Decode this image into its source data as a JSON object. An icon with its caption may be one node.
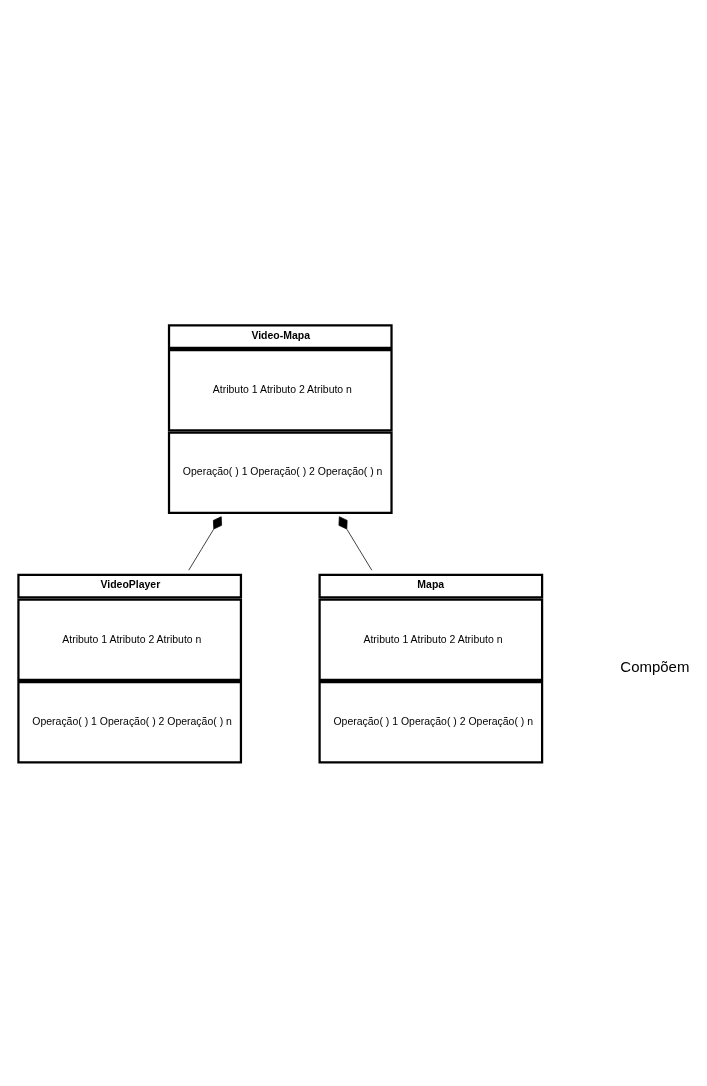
{
  "diagram": {
    "nodes": [
      {
        "text": [
          "Video-Mapa",
          "Atributo 1 Atributo 2 Atributo n",
          "Operação( ) 1 Operação( ) 2 Operação( ) n"
        ]
      },
      {
        "text": [
          "VideoPlayer",
          "Atributo 1 Atributo 2 Atributo n",
          "Operação( ) 1 Operação( ) 2 Operação( ) n"
        ]
      },
      {
        "text": [
          "Mapa",
          "Atributo 1 Atributo 2 Atributo n",
          "Operação( ) 1 Operação( ) 2 Operação( ) n"
        ]
      }
    ],
    "edges": [
      {
        "from": 1,
        "to": 0,
        "arrow": "other"
      },
      {
        "from": 2,
        "to": 0,
        "arrow": "other"
      }
    ],
    "labels": [
      "Compõem"
    ]
  }
}
